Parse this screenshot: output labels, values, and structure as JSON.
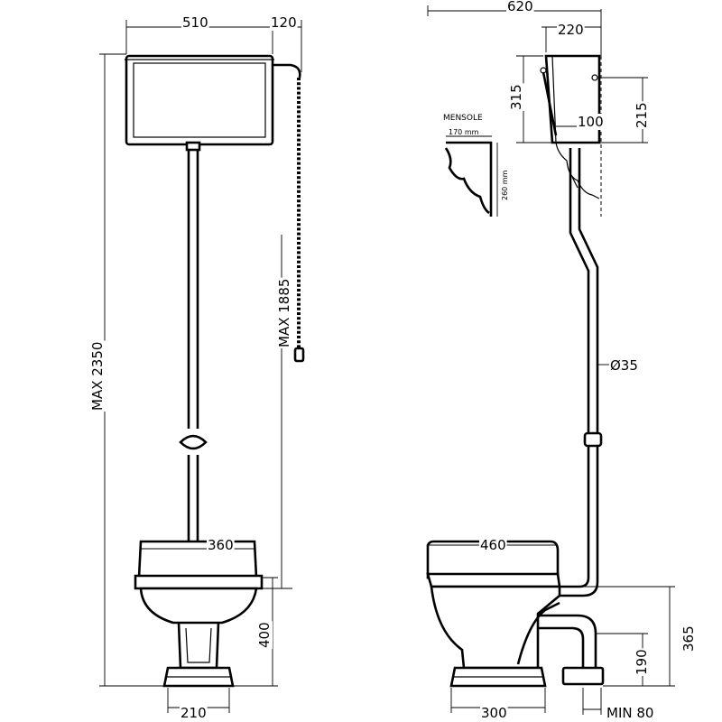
{
  "front_view": {
    "cistern_width": "510",
    "cistern_offset": "120",
    "max_height": "MAX 2350",
    "chain_height": "MAX 1885",
    "bowl_width": "360",
    "bowl_height": "400",
    "base_width": "210"
  },
  "side_view": {
    "overall_depth": "620",
    "cistern_depth": "220",
    "cistern_height": "315",
    "bracket_spacing": "100",
    "fixing_height": "215",
    "pipe_diameter": "Ø35",
    "bowl_depth": "460",
    "outlet_height": "365",
    "outlet_center": "190",
    "base_depth": "300",
    "min_outlet": "MIN 80"
  },
  "bracket_detail": {
    "title": "MENSOLE",
    "width_label": "170 mm",
    "height_label": "260 mm"
  }
}
